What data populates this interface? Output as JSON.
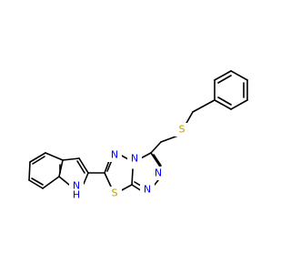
{
  "molecule": {
    "atoms": [
      {
        "id": "N1",
        "text": "N",
        "color": "#0000ff"
      },
      {
        "id": "N2",
        "text": "N",
        "color": "#0000ff"
      },
      {
        "id": "N3",
        "text": "N",
        "color": "#0000ff"
      },
      {
        "id": "N4",
        "text": "N",
        "color": "#0000ff"
      },
      {
        "id": "S1",
        "text": "S",
        "color": "#b8a000"
      },
      {
        "id": "S2",
        "text": "S",
        "color": "#b8a000"
      },
      {
        "id": "NH",
        "text": "H",
        "color": "#0000ff"
      }
    ],
    "colors": {
      "bond": "#000000",
      "nitrogen": "#0000ff",
      "sulfur": "#b8a000",
      "background": "#ffffff"
    }
  }
}
